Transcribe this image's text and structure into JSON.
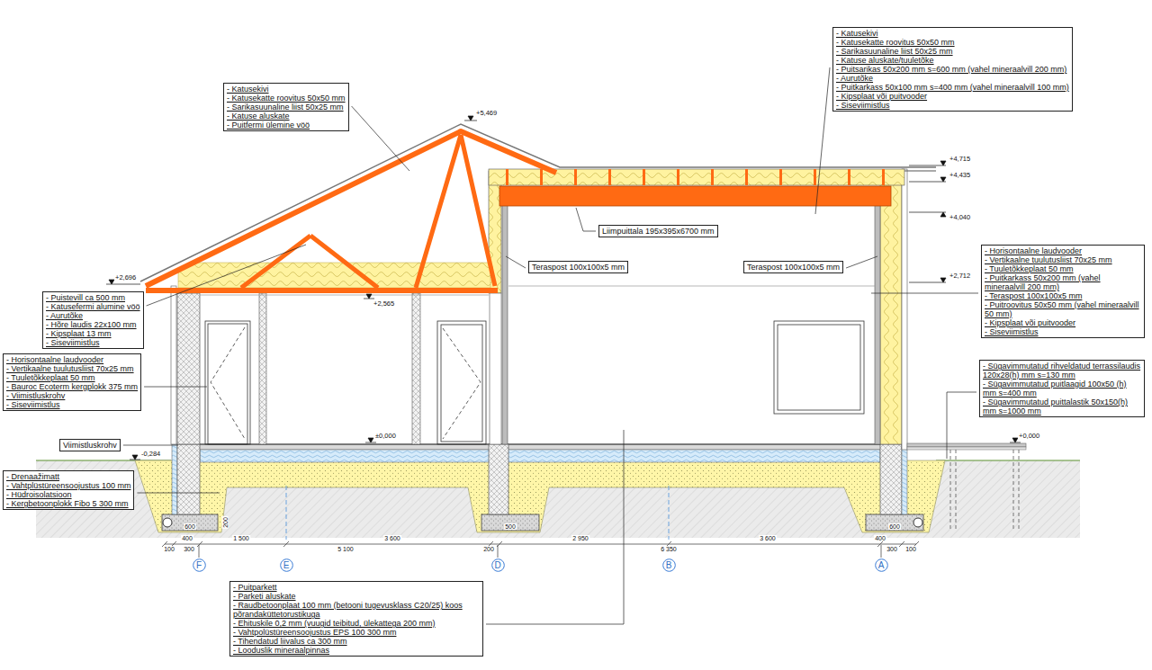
{
  "diagram": {
    "nodes": [
      {
        "text": [
          "- Katusekivi",
          "- Katusekatte roovitus 50x50 mm",
          "- Sarikasuunaline liist 50x25 mm",
          "- Katuse aluskate",
          "- Puitfermi ülemine vöö"
        ]
      },
      {
        "text": [
          "- Katusekivi",
          "- Katusekatte roovitus 50x50 mm",
          "- Sarikasuunaline liist 50x25 mm",
          "- Katuse aluskate/tuuletõke",
          "- Puitsarikas 50x200 mm s=600 mm (vahel mineraalvill 200 mm)",
          "- Aurutõke",
          "- Puitkarkass 50x100 mm s=400 mm (vahel mineraalvill 100 mm)",
          "- Kipsplaat või puitvooder",
          "- Siseviimistlus"
        ]
      },
      {
        "text": [
          "Liimpuittala 195x395x6700 mm"
        ]
      },
      {
        "text": [
          "Teraspost 100x100x5 mm"
        ]
      },
      {
        "text": [
          "Teraspost 100x100x5 mm"
        ]
      },
      {
        "text": [
          "- Puistevill ca 500 mm",
          "- Katusefermi alumine vöö",
          "- Aurutõke",
          "- Hõre laudis 22x100 mm",
          "- Kipsplaat 13 mm",
          "- Siseviimistlus"
        ]
      },
      {
        "text": [
          "- Horisontaalne laudvooder",
          "- Vertikaalne tuulutusliist 70x25 mm",
          "- Tuuletõkkeplaat 50 mm",
          "- Puitkarkass 50x200 mm (vahel mineraalvill 200 mm)",
          "- Teraspost 100x100x5 mm",
          "- Puitroovitus 50x50 mm (vahel mineraalvill 50 mm)",
          "- Kipsplaat või puitvooder",
          "- Siseviimistlus"
        ]
      },
      {
        "text": [
          "- Horisontaalne laudvooder",
          "- Vertikaalne tuulutusliist 70x25 mm",
          "- Tuuletõkkeplaat 50 mm",
          "- Bauroc Ecoterm kergplokk 375 mm",
          "- Viimistluskrohv",
          "- Siseviimistlus"
        ]
      },
      {
        "text": [
          "- Sügavimmutatud rihveldatud terrassilaudis 120x28(h) mm s=130 mm",
          "- Sügavimmutatud puitlaagid 100x50 (h) mm s=400 mm",
          "- Sügavimmutatud puittalastik 50x150(h) mm s=1000 mm"
        ]
      },
      {
        "text": [
          "Viimistluskrohv"
        ]
      },
      {
        "text": [
          "- Drenaažimatt",
          "- Vahtplüstüreensoojustus 100 mm",
          "- Hüdroisolatsioon",
          "- Kergbetoonplokk Fibo 5 300 mm"
        ]
      },
      {
        "text": [
          "- Puitparkett",
          "- Parketi aluskate",
          "- Raudbetoonplaat 100 mm (betooni tugevusklass C20/25) koos põrandaküttetorustikuga",
          "- Ehituskile 0,2 mm (vuugid teibitud, ülekattega 200 mm)",
          "- Vahtpolüstüreensoojustus EPS 100 300 mm",
          "- Tihendatud liivalus ca 300 mm",
          "- Looduslik mineraalpinnas"
        ]
      },
      {
        "text": [
          "F"
        ]
      },
      {
        "text": [
          "E"
        ]
      },
      {
        "text": [
          "D"
        ]
      },
      {
        "text": [
          "B"
        ]
      },
      {
        "text": [
          "A"
        ]
      }
    ],
    "labels": [
      "+5,469",
      "+4,715",
      "+4,435",
      "+4,040",
      "+2,712",
      "+2,696",
      "+2,565",
      "±0,000",
      "-0,284",
      "+0,000",
      "100",
      "400",
      "300",
      "1 500",
      "5 100",
      "3 600",
      "200",
      "2 950",
      "6 350",
      "3 600",
      "400",
      "300",
      "100",
      "600",
      "500",
      "600",
      "200"
    ]
  }
}
